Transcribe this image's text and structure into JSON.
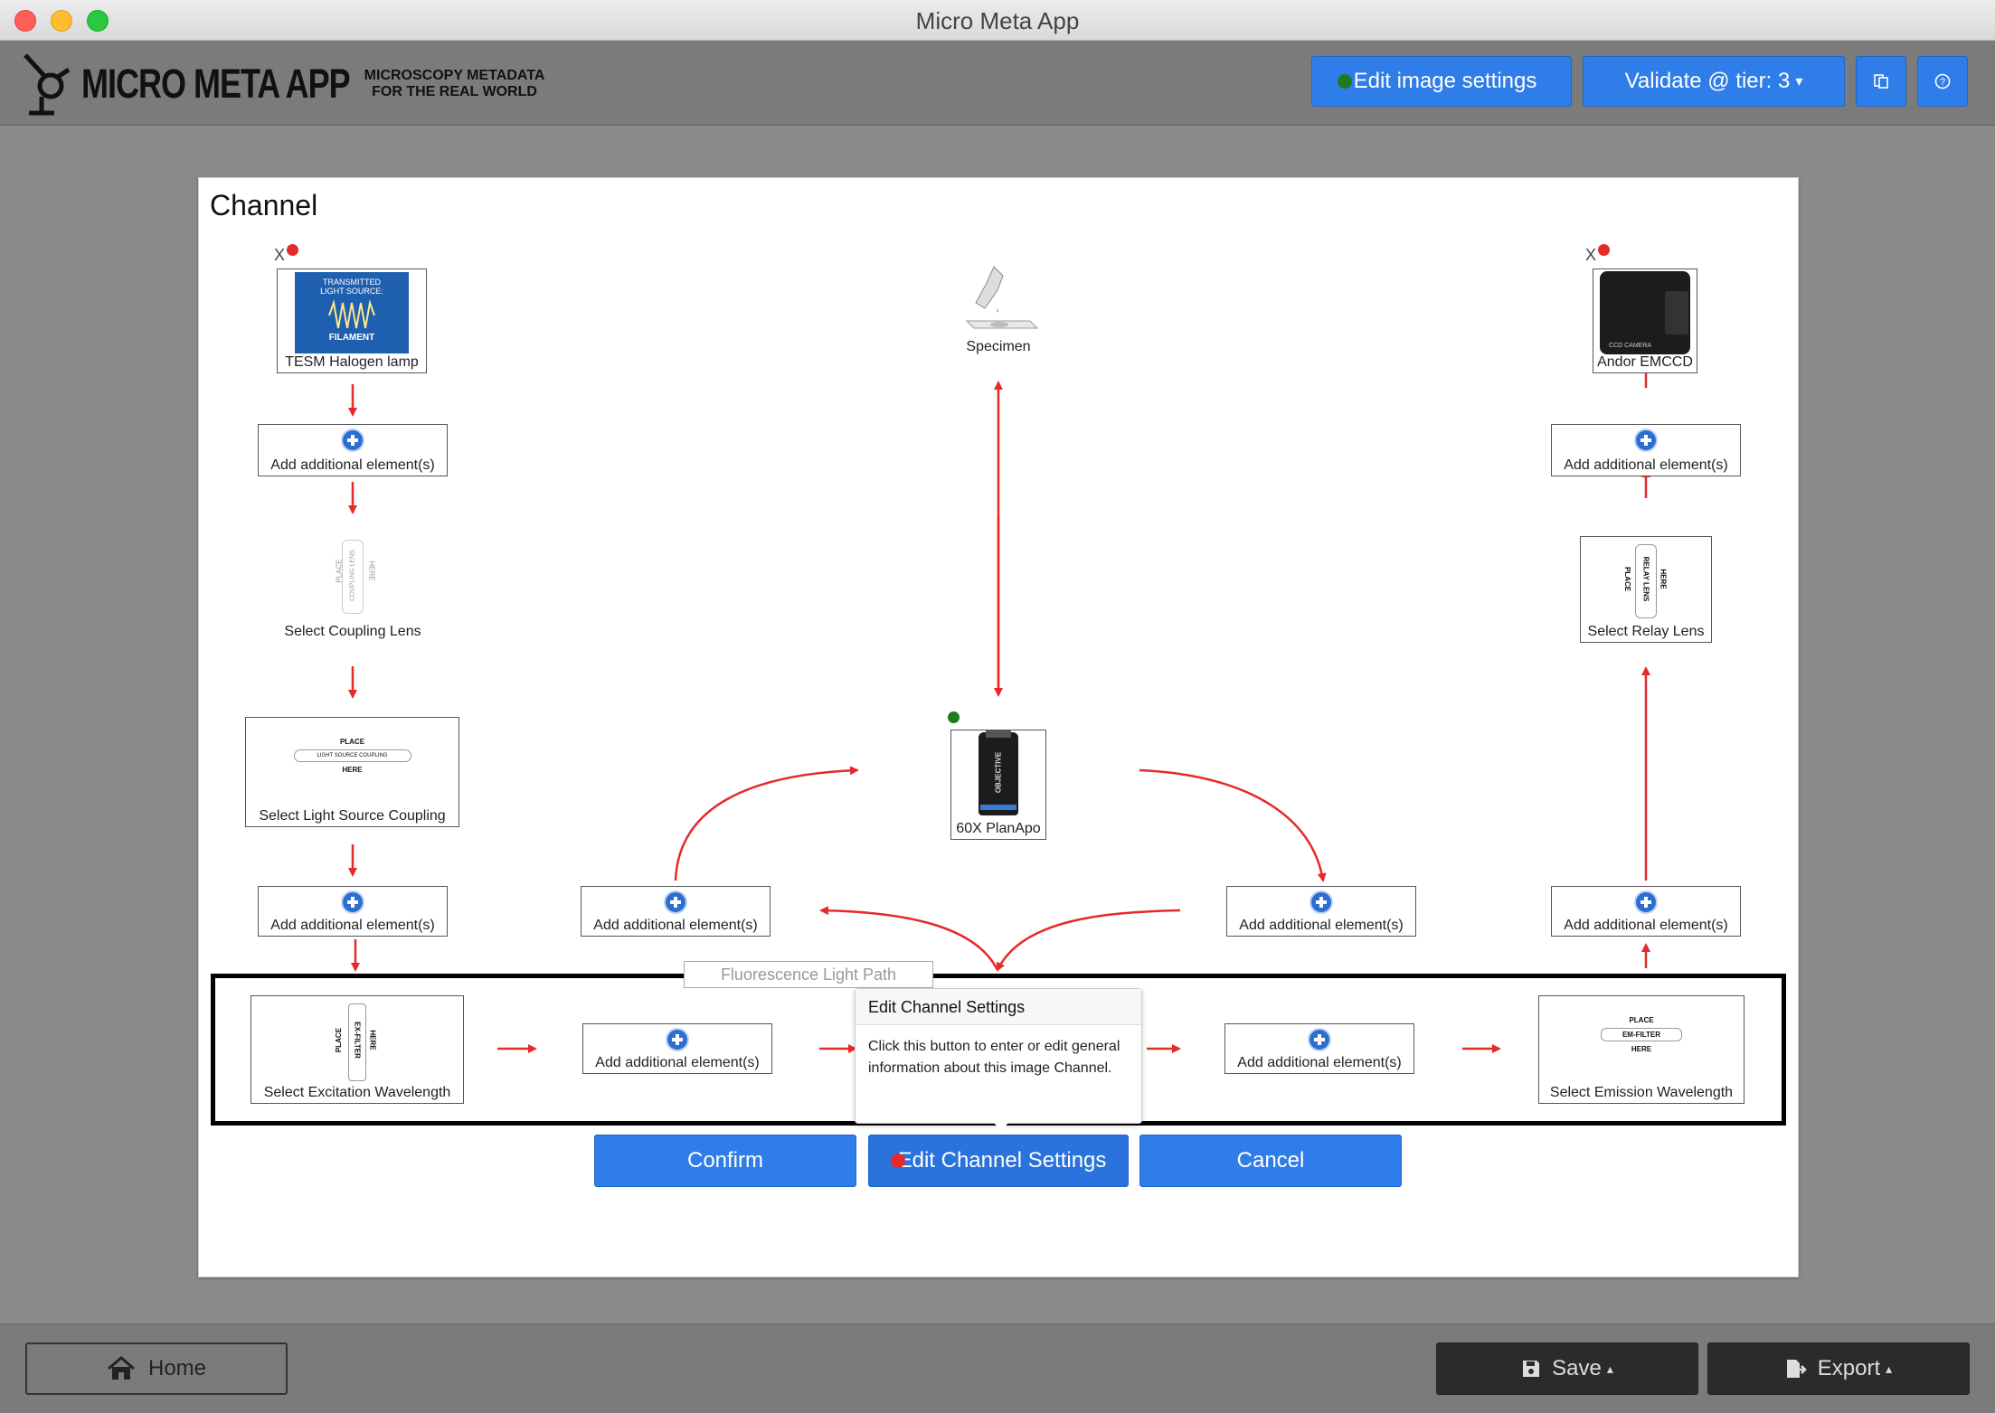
{
  "window": {
    "title": "Micro Meta App"
  },
  "header": {
    "logo_text": "MICRO META APP",
    "logo_tagline_1": "MICROSCOPY METADATA",
    "logo_tagline_2": "FOR THE REAL WORLD",
    "edit_image_settings_label": "Edit image settings",
    "validate_label": "Validate @ tier: 3",
    "copy_icon": "clipboard-icon",
    "help_icon": "question-circle-icon",
    "status_dot_color": "#1f7a1f"
  },
  "panel": {
    "title": "Channel",
    "fluorescence_path_label": "Fluorescence Light Path",
    "components": {
      "light_source": {
        "label": "TESM Halogen lamp",
        "image_text_1": "TRANSMITTED",
        "image_text_2": "LIGHT SOURCE:",
        "image_text_3": "FILAMENT",
        "remove_label": "X"
      },
      "specimen": {
        "label": "Specimen"
      },
      "detector": {
        "label": "Andor EMCCD",
        "image_text": "CCD CAMERA",
        "remove_label": "X"
      },
      "add_left_1": {
        "label": "Add additional element(s)"
      },
      "add_right_1": {
        "label": "Add additional element(s)"
      },
      "coupling_lens": {
        "label": "Select Coupling Lens",
        "image_text_1": "PLACE",
        "image_text_2": "COUPLING LENS",
        "image_text_3": "HERE"
      },
      "relay_lens": {
        "label": "Select Relay Lens",
        "image_text_1": "PLACE",
        "image_text_2": "RELAY LENS",
        "image_text_3": "HERE"
      },
      "light_source_coupling": {
        "label": "Select Light Source Coupling",
        "image_text_1": "PLACE",
        "image_text_2": "LIGHT SOURCE COUPLING",
        "image_text_3": "HERE"
      },
      "objective": {
        "label": "60X PlanApo",
        "image_text": "OBJECTIVE"
      },
      "add_left_2": {
        "label": "Add additional element(s)"
      },
      "add_mid_left": {
        "label": "Add additional element(s)"
      },
      "add_mid_right": {
        "label": "Add additional element(s)"
      },
      "add_right_2": {
        "label": "Add additional element(s)"
      },
      "excitation": {
        "label": "Select Excitation Wavelength",
        "image_text_1": "PLACE",
        "image_text_2": "EX-FILTER",
        "image_text_3": "HERE"
      },
      "add_path_1": {
        "label": "Add additional element(s)"
      },
      "add_path_2": {
        "label": "Add additional element(s)"
      },
      "emission": {
        "label": "Select Emission Wavelength",
        "image_text_1": "PLACE",
        "image_text_2": "EM-FILTER",
        "image_text_3": "HERE"
      }
    },
    "tooltip": {
      "title": "Edit Channel Settings",
      "body": "Click this button to enter or edit general information about this image Channel."
    },
    "buttons": {
      "confirm": "Confirm",
      "edit_channel": "Edit Channel Settings",
      "cancel": "Cancel"
    }
  },
  "footer": {
    "home_label": "Home",
    "save_label": "Save",
    "export_label": "Export"
  },
  "colors": {
    "accent": "#2f7de8",
    "arrow": "#e52a2a",
    "ok": "#1f7a1f",
    "error": "#e52a2a"
  }
}
